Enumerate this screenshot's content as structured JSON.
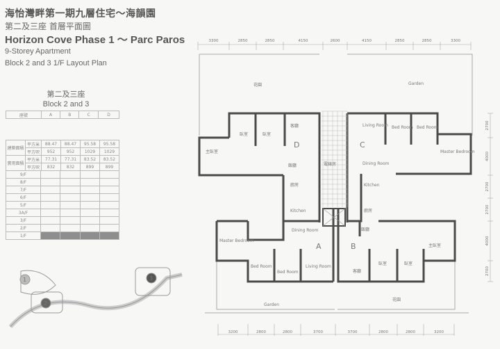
{
  "header": {
    "title_zh": "海怡灣畔第一期九層住宅～海韻園",
    "subtitle_zh": "第二及三座 首層平面圖",
    "title_en": "Horizon Cove Phase 1 ～ Parc Paros",
    "subtitle_en": "9-Storey Apartment",
    "plan_name": "Block 2 and 3  1/F Layout Plan"
  },
  "table": {
    "caption_zh": "第二及三座",
    "caption_en": "Block 2 and 3",
    "unit_header": "座號",
    "units": [
      "A",
      "B",
      "C",
      "D"
    ],
    "gross_label": "建築面積",
    "saleable_label": "實用面積",
    "sqm": "平方米",
    "sqft": "平方呎",
    "gross_sqm": [
      "88.47",
      "88.47",
      "95.58",
      "95.58"
    ],
    "gross_sqft": [
      "952",
      "952",
      "1029",
      "1029"
    ],
    "saleable_sqm": [
      "77.31",
      "77.31",
      "83.52",
      "83.52"
    ],
    "saleable_sqft": [
      "832",
      "832",
      "899",
      "899"
    ],
    "floors": [
      "9/F",
      "8/F",
      "7/F",
      "6/F",
      "5/F",
      "3A/F",
      "3/F",
      "2/F",
      "1/F"
    ],
    "selected_floor": "1/F",
    "highlight_color": "#8e8e8e"
  },
  "site_plan": {
    "blocks": [
      "1",
      "2",
      "3"
    ]
  },
  "plan": {
    "top_dims": [
      "3300",
      "2850",
      "2850",
      "4150",
      "2600",
      "4150",
      "2850",
      "2850",
      "3300"
    ],
    "bottom_dims": [
      "3200",
      "2800",
      "2800",
      "3700",
      "3700",
      "2800",
      "2800",
      "3200"
    ],
    "right_dims": [
      "2700",
      "4000",
      "2700",
      "2700",
      "4000",
      "2700"
    ],
    "units": {
      "a": "A",
      "b": "B",
      "c": "C",
      "d": "D"
    },
    "rooms": {
      "garden_zh": "花園",
      "garden_en": "Garden",
      "living_room": "Living Room",
      "dining_room": "Dining Room",
      "bed_room": "Bed Room",
      "master_bedroom": "Master Bedroom",
      "kitchen": "Kitchen",
      "living_zh": "客廳",
      "dining_zh": "飯廳",
      "bed_zh": "臥室",
      "master_zh": "主臥室",
      "kitchen_zh": "廚房",
      "lift_zh": "電錶房"
    },
    "wall_color": "#4a4a4a"
  }
}
